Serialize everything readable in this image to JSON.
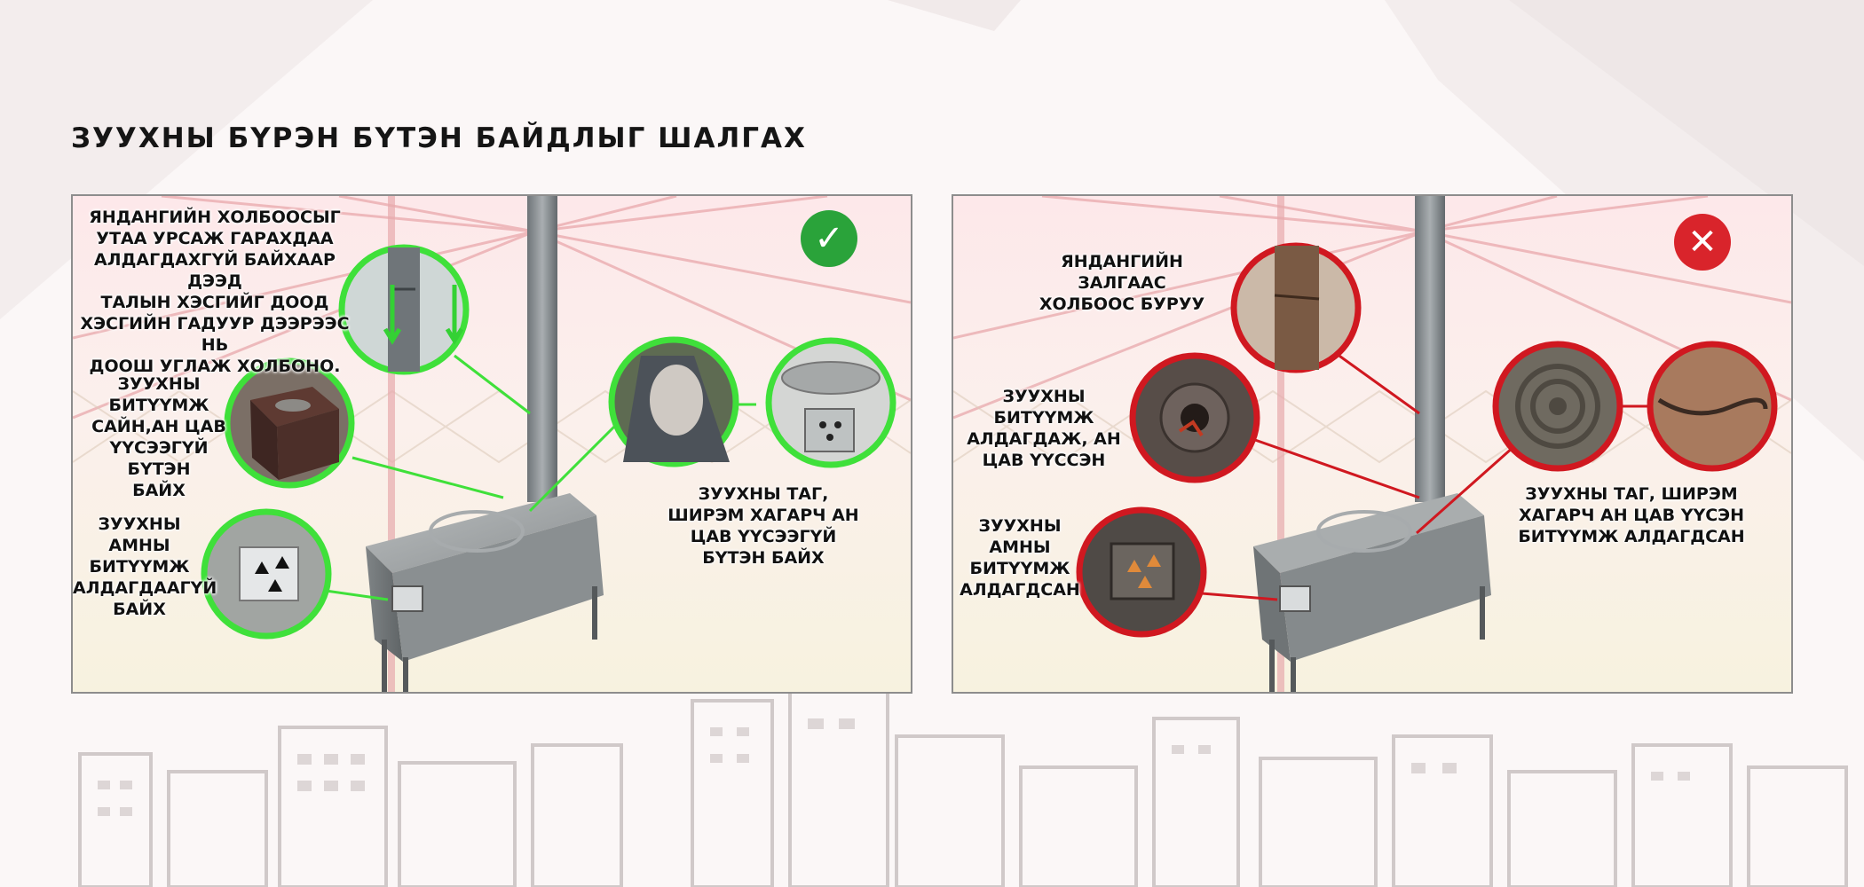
{
  "page": {
    "title": "ЗУУХНЫ БҮРЭН БҮТЭН БАЙДЛЫГ ШАЛГАХ"
  },
  "colors": {
    "correct": "#2aa33a",
    "correct_ring": "#3fe03a",
    "wrong": "#d9242b",
    "wrong_ring": "#d01820",
    "title_text": "#151515"
  },
  "icons": {
    "correct_badge": "check-icon",
    "wrong_badge": "close-icon"
  },
  "panels": {
    "correct": {
      "captions": {
        "chimney_joint": "ЯНДАНГИЙН ХОЛБООСЫГ\nУТАА УРСАЖ ГАРАХДАА\nАЛДАГДАХГҮЙ БАЙХААР ДЭЭД\nТАЛЫН ХЭСГИЙГ ДООД\nХЭСГИЙН ГАДУУР ДЭЭРЭЭС НЬ\nДООШ УГЛАЖ ХОЛБОНО.",
        "stove_seal": "ЗУУХНЫ БИТҮҮМЖ\nСАЙН,АН ЦАВ\nҮҮСЭЭГҮЙ БҮТЭН\nБАЙХ",
        "door_seal": "ЗУУХНЫ АМНЫ\nБИТҮҮМЖ\nАЛДАГДААГҮЙ\nБАЙХ",
        "lid_plate": "ЗУУХНЫ ТАГ,\nШИРЭМ ХАГАРЧ АН\nЦАВ ҮҮСЭЭГҮЙ\nБҮТЭН БАЙХ"
      }
    },
    "wrong": {
      "captions": {
        "chimney_joint": "ЯНДАНГИЙН ЗАЛГААС\nХОЛБООС БУРУУ",
        "stove_seal": "ЗУУХНЫ БИТҮҮМЖ\nАЛДАГДАЖ, АН\nЦАВ ҮҮССЭН",
        "door_seal": "ЗУУХНЫ АМНЫ\nБИТҮҮМЖ\nАЛДАГДСАН",
        "lid_plate": "ЗУУХНЫ ТАГ, ШИРЭМ\nХАГАРЧ АН ЦАВ  ҮҮСЭН\nБИТҮҮМЖ АЛДАГДСАН"
      }
    }
  }
}
